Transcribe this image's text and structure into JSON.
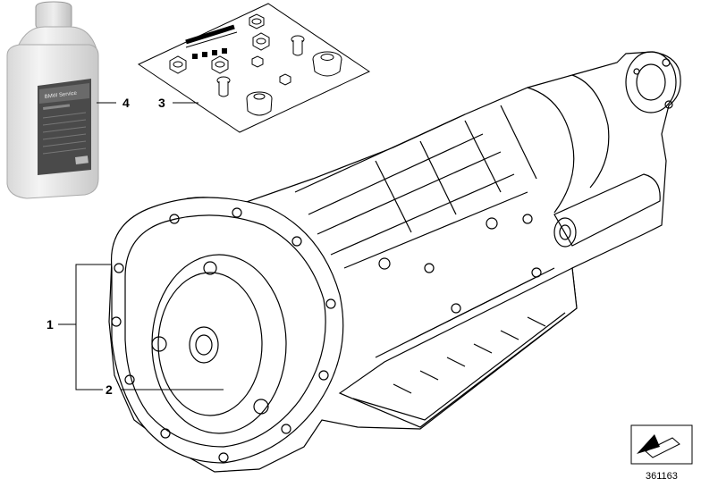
{
  "diagram": {
    "callouts": [
      {
        "id": "callout-1",
        "text": "1"
      },
      {
        "id": "callout-2",
        "text": "2"
      },
      {
        "id": "callout-3",
        "text": "3"
      },
      {
        "id": "callout-4",
        "text": "4"
      }
    ],
    "oil_bottle_label": "BMW Service",
    "reference_number": "361163",
    "colors": {
      "line": "#000000",
      "background": "#ffffff",
      "bottle_body": "#e6e6e6",
      "bottle_label": "#505050"
    }
  }
}
